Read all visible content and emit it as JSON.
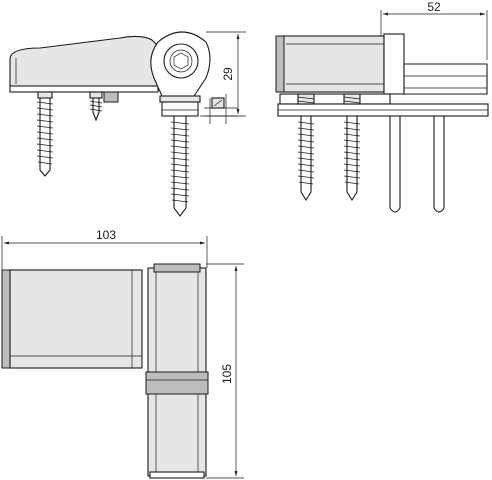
{
  "dimensions": {
    "height_top": "29",
    "width_right": "52",
    "length_bottom": "103",
    "height_bottom": "105"
  },
  "colors": {
    "line": "#1a1a1a",
    "background": "#ffffff",
    "shade_light": "#e6e6e6",
    "shade_dark": "#bdbdbd"
  }
}
